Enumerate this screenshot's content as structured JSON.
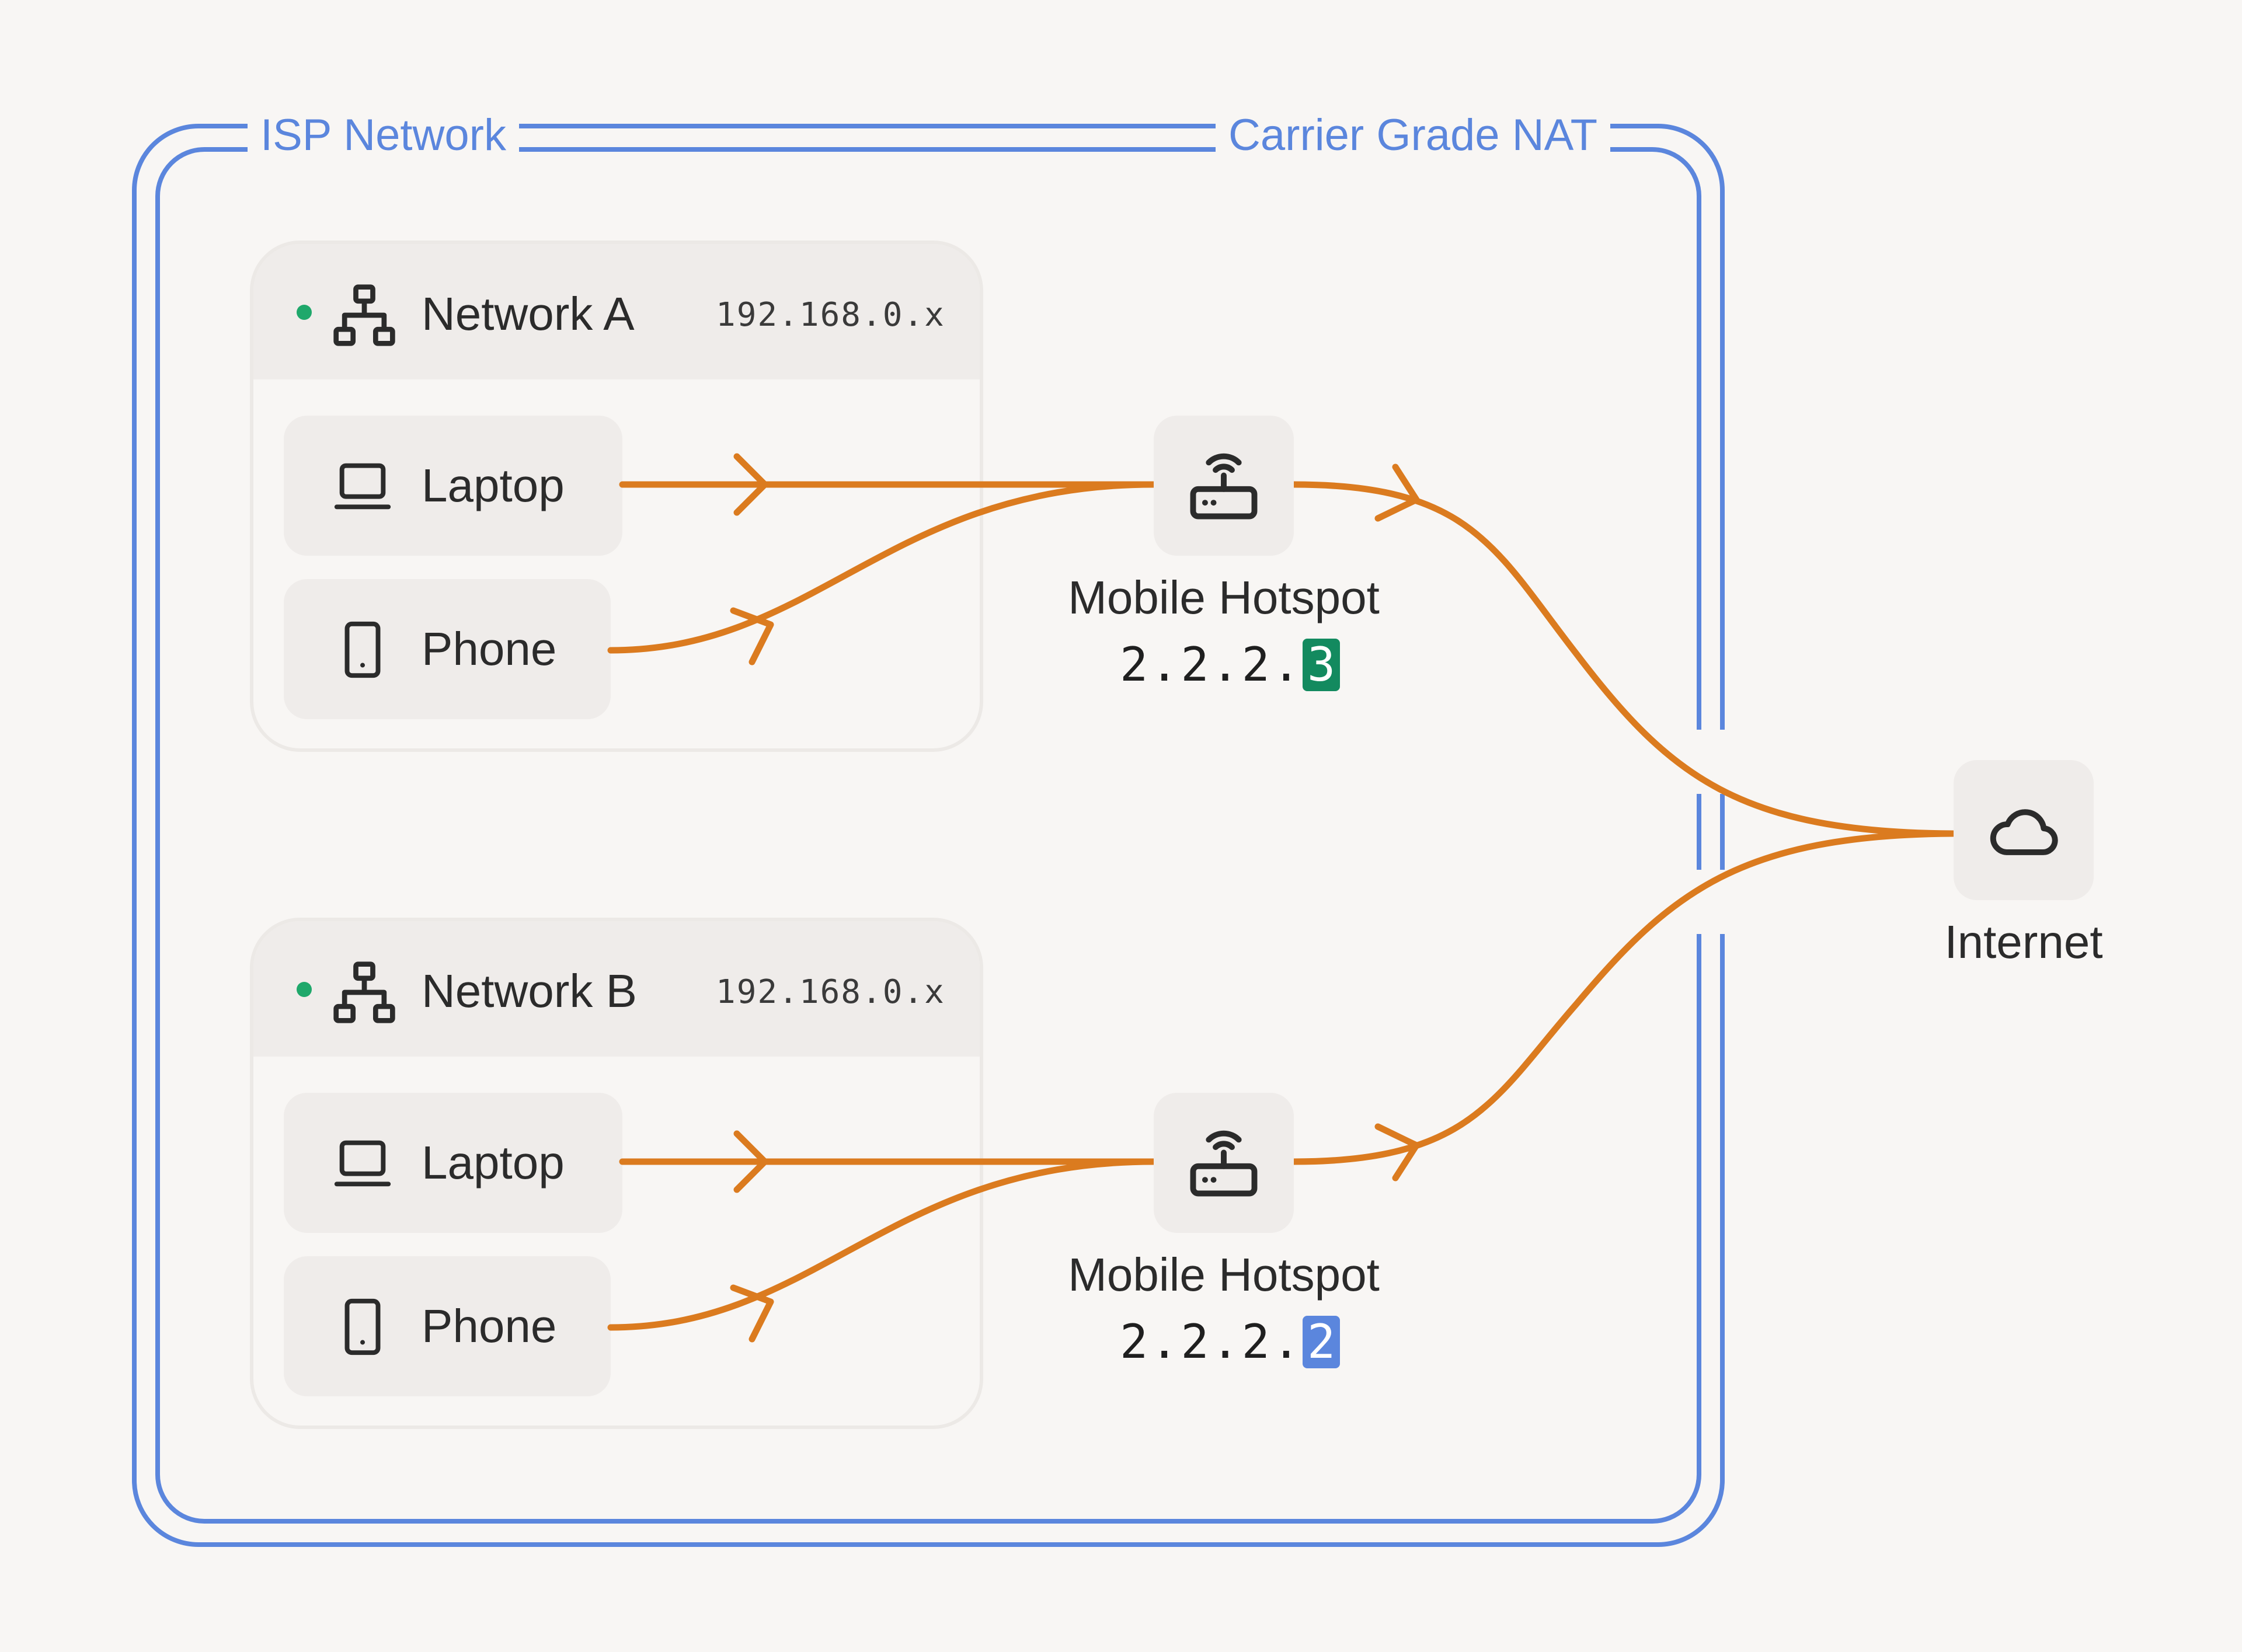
{
  "isp": {
    "label": "ISP Network",
    "nat_label": "Carrier Grade NAT",
    "border_color": "#5b86dd"
  },
  "flow_color": "#db7b1f",
  "networks": [
    {
      "name": "Network A",
      "subnet": "192.168.0.x",
      "status_color": "#1fa86b",
      "icon": "network-icon",
      "devices": [
        {
          "label": "Laptop",
          "icon": "laptop-icon"
        },
        {
          "label": "Phone",
          "icon": "phone-icon"
        }
      ],
      "hotspot": {
        "label": "Mobile Hotspot",
        "ip_prefix": "2.2.2.",
        "ip_host": "3",
        "host_color": "#138a5f",
        "icon": "router-icon"
      }
    },
    {
      "name": "Network B",
      "subnet": "192.168.0.x",
      "status_color": "#1fa86b",
      "icon": "network-icon",
      "devices": [
        {
          "label": "Laptop",
          "icon": "laptop-icon"
        },
        {
          "label": "Phone",
          "icon": "phone-icon"
        }
      ],
      "hotspot": {
        "label": "Mobile Hotspot",
        "ip_prefix": "2.2.2.",
        "ip_host": "2",
        "host_color": "#5b86dd",
        "icon": "router-icon"
      }
    }
  ],
  "internet": {
    "label": "Internet",
    "icon": "cloud-icon"
  }
}
